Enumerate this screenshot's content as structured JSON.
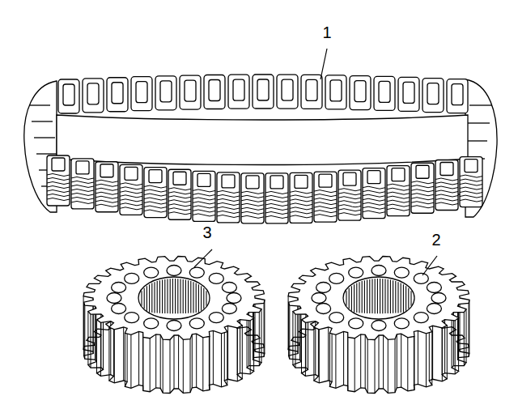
{
  "diagram": {
    "labels": [
      "1",
      "3",
      "2"
    ]
  }
}
